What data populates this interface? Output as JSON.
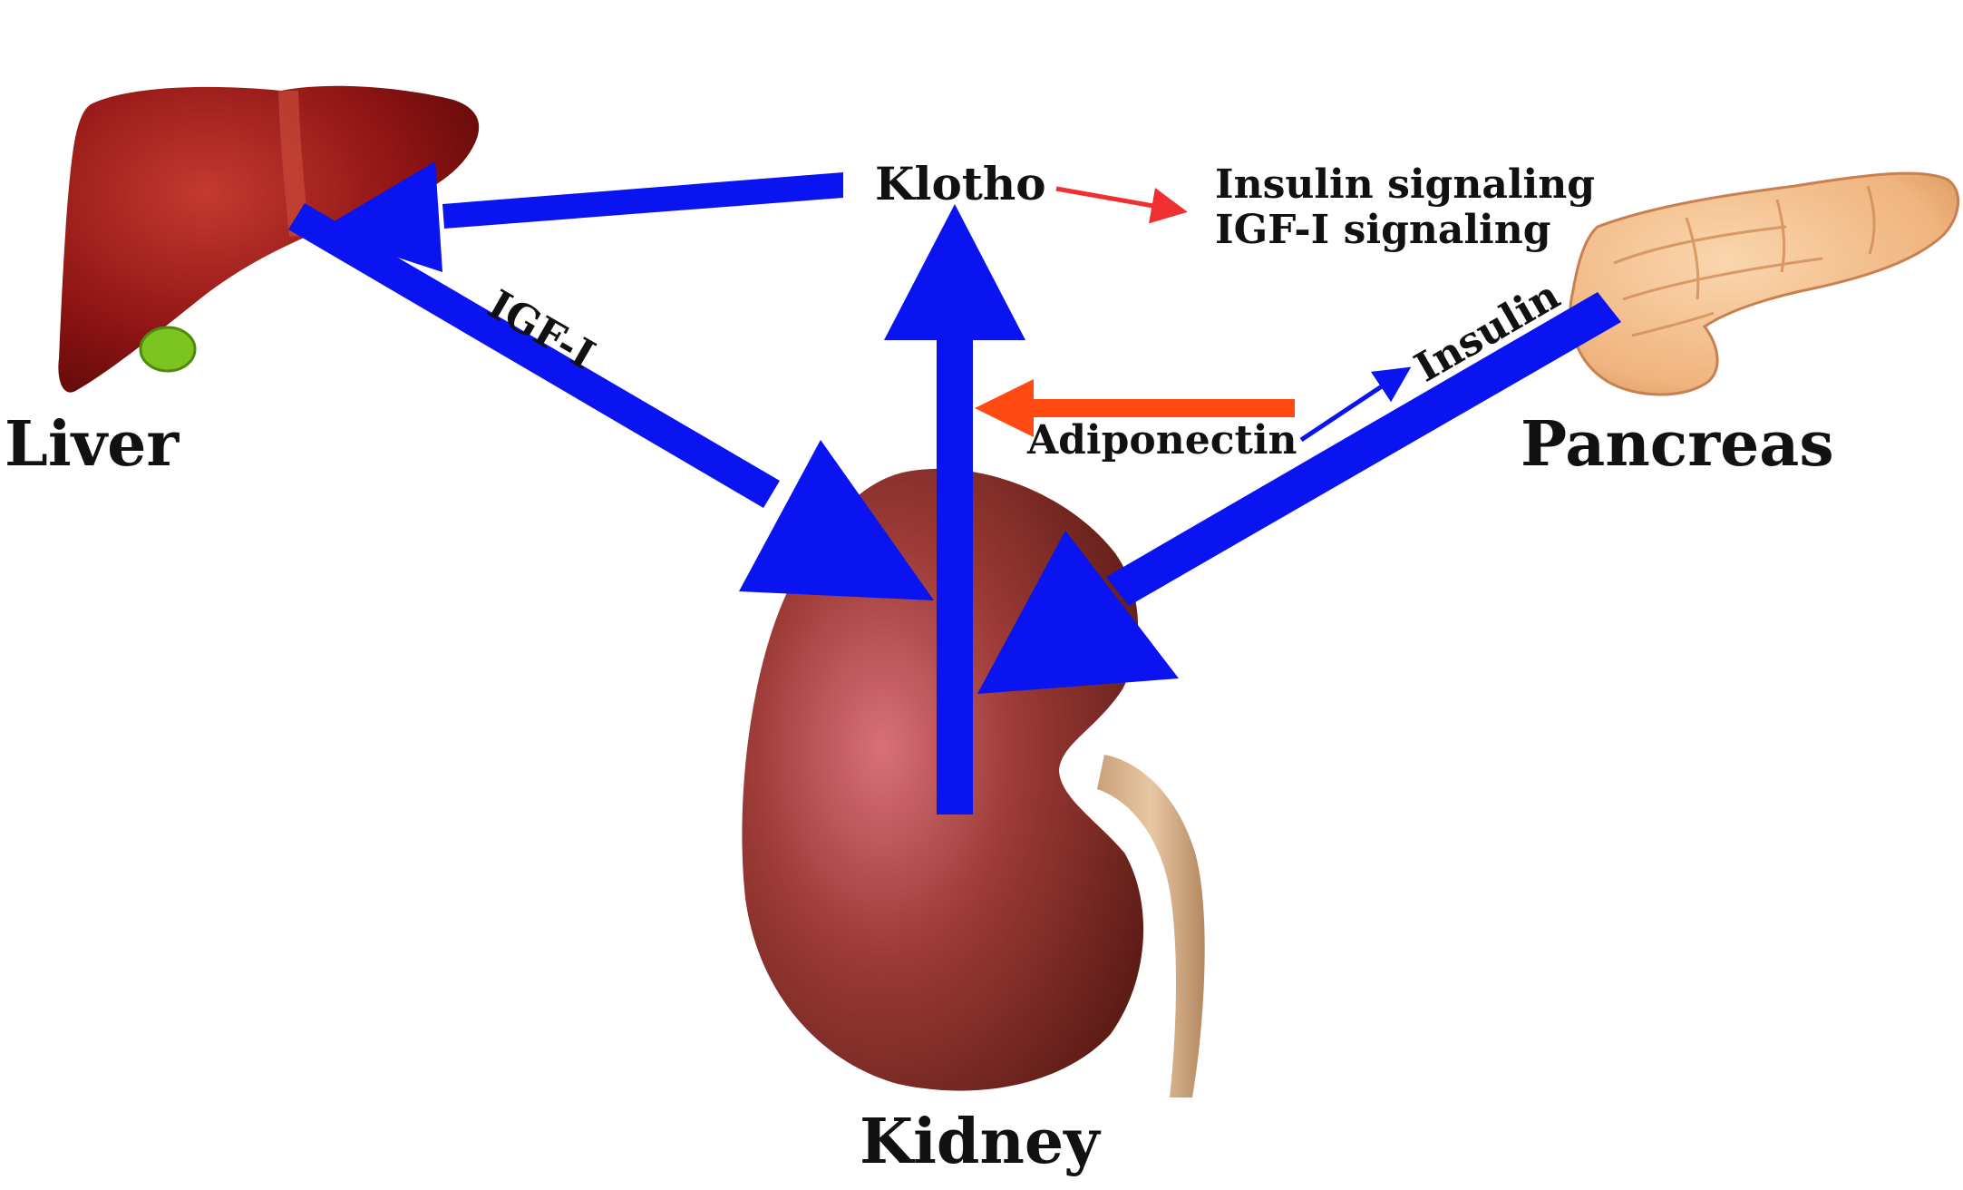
{
  "labels": {
    "liver": "Liver",
    "kidney": "Kidney",
    "pancreas": "Pancreas",
    "klotho": "Klotho",
    "insulin_signaling": "Insulin signaling",
    "igf_signaling": "IGF-I signaling",
    "igf1": "IGF-I",
    "insulin": "Insulin",
    "adiponectin": "Adiponectin"
  },
  "colors": {
    "main_arrow": "#0a14f0",
    "adiponectin_arrow": "#ff4a14",
    "signaling_arrow": "#f03030",
    "liver": "#8e1414",
    "kidney": "#8a2a26",
    "pancreas": "#f2c08c",
    "gallbladder": "#7cc420"
  },
  "icons": [
    "liver-illustration",
    "kidney-illustration",
    "pancreas-illustration"
  ]
}
